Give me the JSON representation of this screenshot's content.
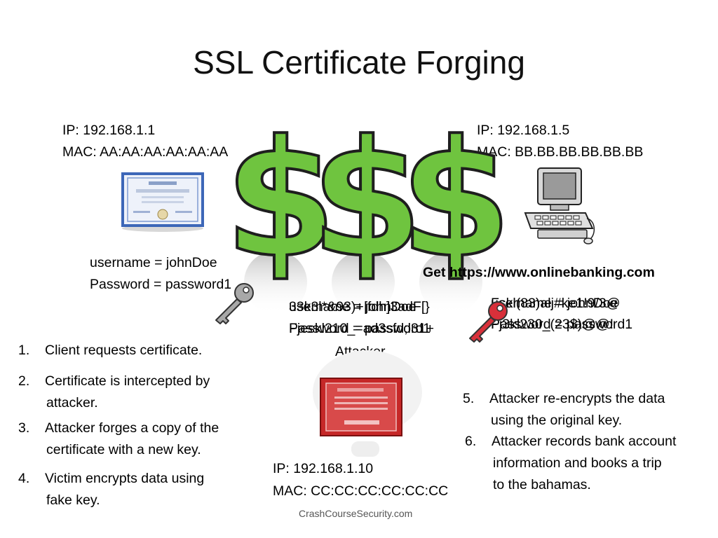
{
  "title": "SSL Certificate Forging",
  "client": {
    "ip": "IP: 192.168.1.1",
    "mac": "MAC: AA:AA:AA:AA:AA:AA",
    "username": "username = johnDoe",
    "password": "Password = password1"
  },
  "server": {
    "ip": "IP: 192.168.1.5",
    "mac": "MAC: BB.BB.BB.BB.BB.BB",
    "request": "Get https://www.onlinebanking.com"
  },
  "attacker": {
    "label": "Attacker",
    "ip": "IP: 192.168.1.10",
    "mac": "MAC: CC:CC:CC:CC:CC:CC",
    "mid_line1_a": "33k3l*&93)+|fdh]3adF[}",
    "mid_line1_b": "username = johnDoe",
    "mid_line2_a": "Fjeskl210_=ad3sfd;l31+",
    "mid_line2_b": "Password = password1",
    "right_line1_a": "Fskl(83)alj#ke1!9/3@",
    "right_line1_b": "username = johnDoe",
    "right_line2_a": "Fj3kl230_(23$)@@!",
    "right_line2_b": "Password = password1"
  },
  "steps_left": [
    {
      "num": "1.",
      "text": "Client requests certificate.",
      "cont": ""
    },
    {
      "num": "2.",
      "text": "Certificate is intercepted by",
      "cont": "attacker."
    },
    {
      "num": "3.",
      "text": "Attacker forges a copy of the",
      "cont": "certificate with a new key."
    },
    {
      "num": "4.",
      "text": "Victim encrypts data using",
      "cont": "fake key."
    }
  ],
  "steps_right": [
    {
      "num": "5.",
      "text": "Attacker re-encrypts the data",
      "cont": "using the original key."
    },
    {
      "num": "6.",
      "text": "Attacker records bank account",
      "cont": "information and books a trip",
      "cont2": "to the bahamas."
    }
  ],
  "footer": "CrashCourseSecurity.com",
  "colors": {
    "dollar_green": "#6fc43f",
    "dollar_outline": "#1e1e1e",
    "key_red": "#d8303a",
    "key_gray": "#a8a8a8",
    "fake_cert_red": "#c62828",
    "cert_blue": "#3d67b8"
  },
  "icons": [
    "dollar-sign-icon",
    "computer-icon",
    "key-icon",
    "certificate-icon",
    "forged-certificate-icon"
  ]
}
